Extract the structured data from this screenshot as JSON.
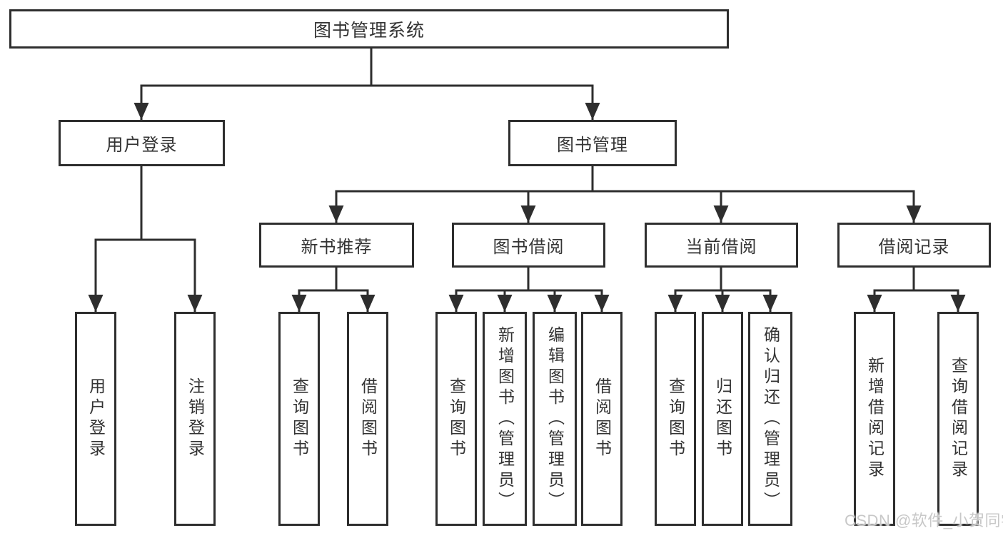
{
  "colors": {
    "line": "#2e2e2e",
    "text": "#333333",
    "background": "#ffffff",
    "watermark_text": "#c8c8c8"
  },
  "watermark": {
    "text": "CSDN @软件_小贺同学"
  },
  "tree": {
    "root": {
      "label": "图书管理系统"
    },
    "branches": [
      {
        "label": "用户登录",
        "children": [
          {
            "label": "用户登录"
          },
          {
            "label": "注销登录"
          }
        ]
      },
      {
        "label": "图书管理",
        "children": [
          {
            "label": "新书推荐",
            "children": [
              {
                "label": "查询图书"
              },
              {
                "label": "借阅图书"
              }
            ]
          },
          {
            "label": "图书借阅",
            "children": [
              {
                "label": "查询图书"
              },
              {
                "label": "新增图书（管理员）"
              },
              {
                "label": "编辑图书（管理员）"
              },
              {
                "label": "借阅图书"
              }
            ]
          },
          {
            "label": "当前借阅",
            "children": [
              {
                "label": "查询图书"
              },
              {
                "label": "归还图书"
              },
              {
                "label": "确认归还（管理员）"
              }
            ]
          },
          {
            "label": "借阅记录",
            "children": [
              {
                "label": "新增借阅记录"
              },
              {
                "label": "查询借阅记录"
              }
            ]
          }
        ]
      }
    ]
  }
}
